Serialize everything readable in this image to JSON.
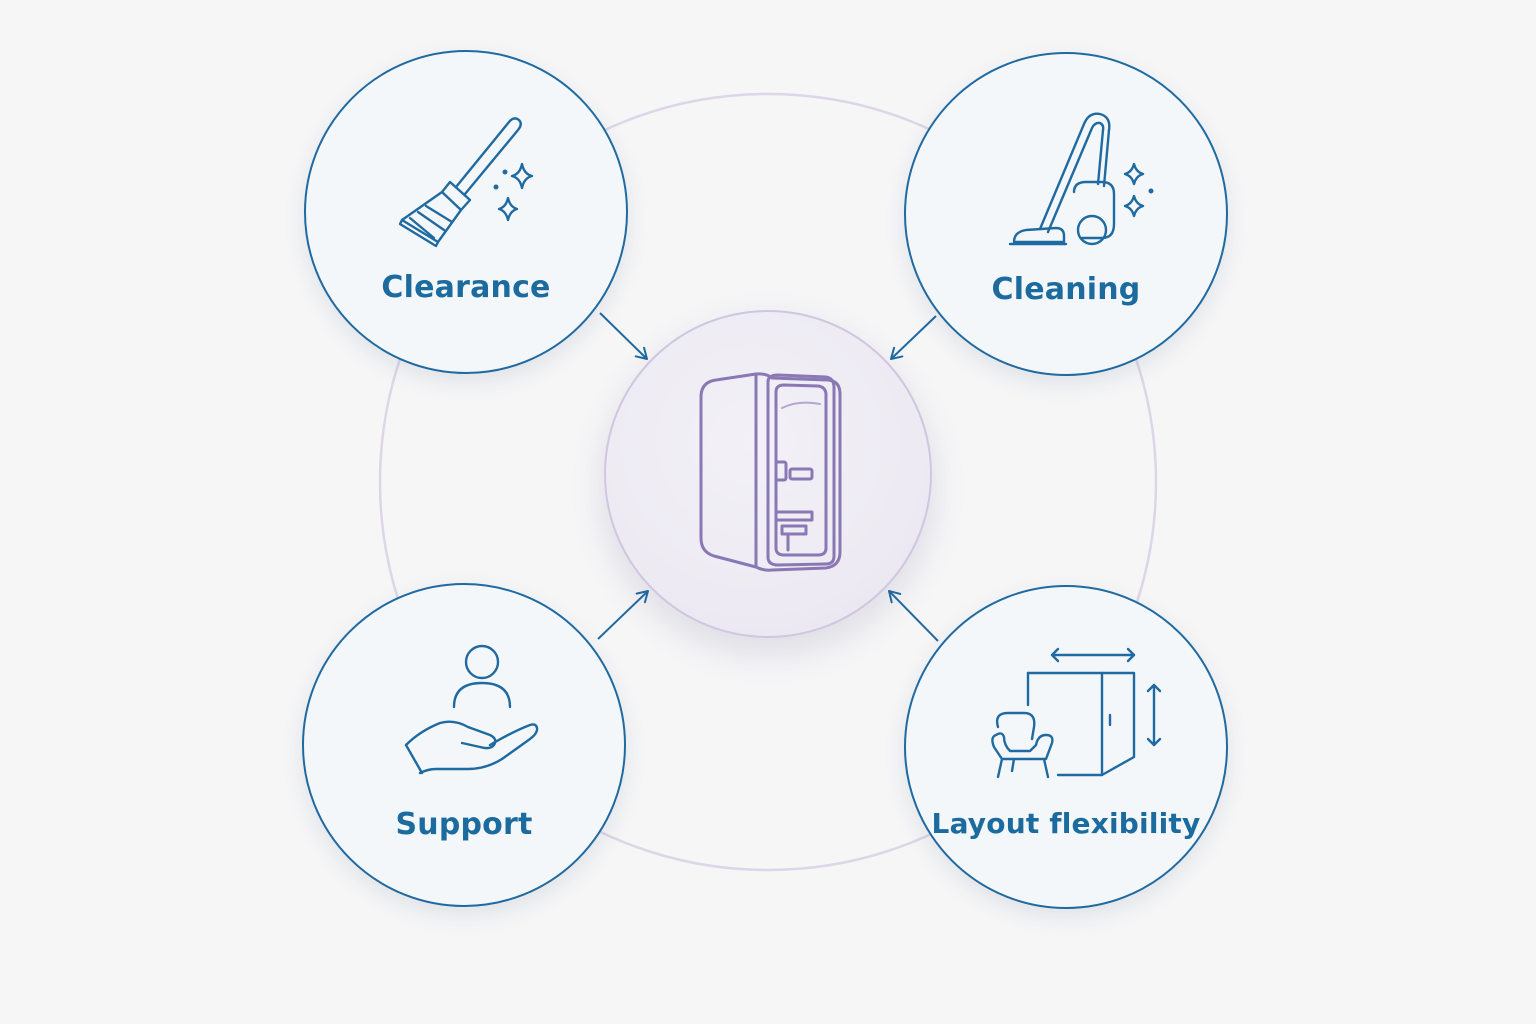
{
  "nodes": {
    "clearance": {
      "label": "Clearance",
      "icon": "broom-sparkle-icon"
    },
    "cleaning": {
      "label": "Cleaning",
      "icon": "vacuum-cleaner-icon"
    },
    "support": {
      "label": "Support",
      "icon": "person-hand-support-icon"
    },
    "layout": {
      "label": "Layout flexibility",
      "icon": "chair-cabinet-resize-icon"
    }
  },
  "center": {
    "icon": "phone-booth-pod-icon"
  },
  "colors": {
    "node_stroke": "#1f6aa1",
    "node_text": "#1c6b9f",
    "center_stroke": "#cfc6e0",
    "center_icon": "#8a78b5",
    "ring": "#d9d3e6",
    "background": "#f6f6f7"
  }
}
